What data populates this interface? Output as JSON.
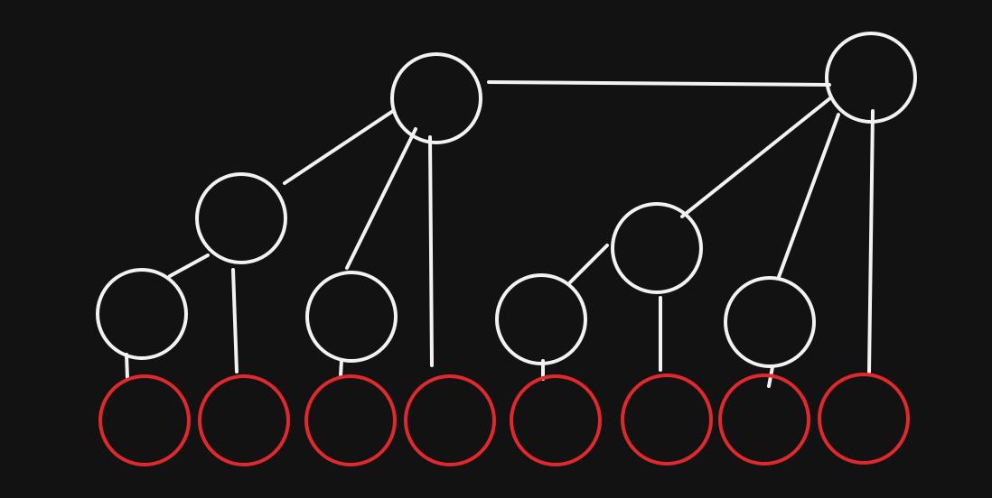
{
  "diagram": {
    "background": "#121212",
    "node_stroke_color": "#f2f2f2",
    "leaf_stroke_color": "#e0282d",
    "edge_color": "#f2f2f2",
    "internal_nodes": [
      {
        "id": "n1"
      },
      {
        "id": "n2"
      },
      {
        "id": "n3"
      },
      {
        "id": "n4"
      },
      {
        "id": "n5"
      },
      {
        "id": "n6"
      },
      {
        "id": "n7"
      },
      {
        "id": "n8"
      }
    ],
    "leaf_nodes": [
      {
        "id": "l1"
      },
      {
        "id": "l2"
      },
      {
        "id": "l3"
      },
      {
        "id": "l4"
      },
      {
        "id": "l5"
      },
      {
        "id": "l6"
      },
      {
        "id": "l7"
      },
      {
        "id": "l8"
      }
    ],
    "edges": [
      {
        "from": "n1",
        "to": "n2"
      },
      {
        "from": "n1",
        "to": "n3"
      },
      {
        "from": "n1",
        "to": "n4"
      },
      {
        "from": "n1",
        "to": "l4"
      },
      {
        "from": "n2",
        "to": "n3"
      },
      {
        "from": "n2",
        "to": "l2"
      },
      {
        "from": "n3",
        "to": "l1"
      },
      {
        "from": "n4",
        "to": "l3"
      },
      {
        "from": "n5",
        "to": "n6"
      },
      {
        "from": "n5",
        "to": "n8"
      },
      {
        "from": "n5",
        "to": "l8"
      },
      {
        "from": "n6",
        "to": "n7"
      },
      {
        "from": "n6",
        "to": "l6"
      },
      {
        "from": "n7",
        "to": "l5"
      },
      {
        "from": "n8",
        "to": "l7"
      }
    ]
  }
}
